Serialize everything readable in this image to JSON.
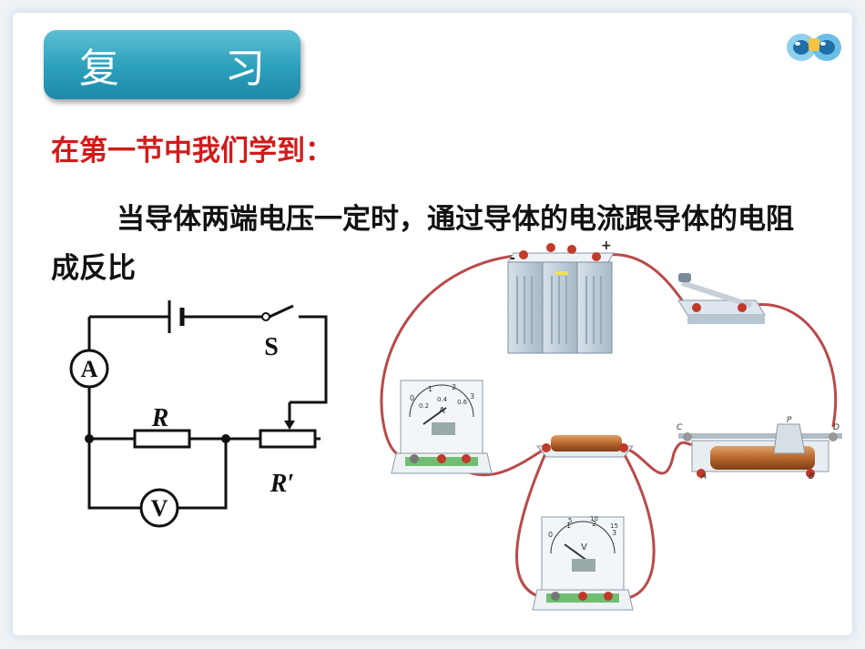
{
  "title": "复　习",
  "intro_line": "在第一节中我们学到：",
  "body_text": "当导体两端电压一定时，通过导体的电流跟导体的电阻成反比",
  "circuit": {
    "ammeter_label": "A",
    "voltmeter_label": "V",
    "switch_label": "S",
    "resistor_label": "R",
    "rheostat_label": "R′"
  },
  "photo": {
    "battery_minus": "-",
    "battery_plus": "+",
    "ammeter_letter": "A",
    "ammeter_scale": [
      "0",
      "1",
      "2",
      "3"
    ],
    "ammeter_small_scale": [
      "0.2",
      "0.4",
      "0.6"
    ],
    "voltmeter_letter": "V",
    "voltmeter_scale": [
      "0",
      "1",
      "2",
      "3"
    ],
    "voltmeter_top_scale": [
      "5",
      "10",
      "15"
    ],
    "rheostat_letters": [
      "C",
      "P",
      "D",
      "A",
      "B"
    ]
  },
  "colors": {
    "title_badge": "#2b9fbb",
    "intro_text": "#d11b1b",
    "wire": "#b94a4a"
  },
  "icons": [
    "binoculars-icon"
  ]
}
